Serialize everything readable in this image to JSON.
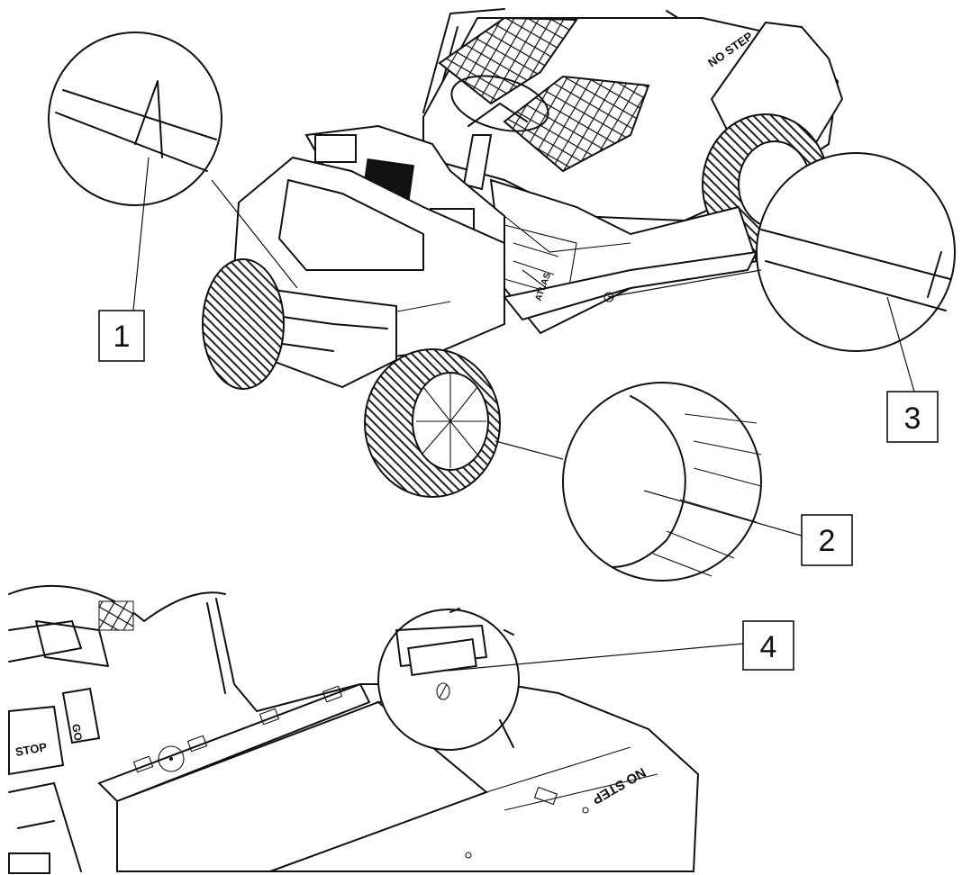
{
  "callouts": [
    {
      "id": "1",
      "label": "1"
    },
    {
      "id": "2",
      "label": "2"
    },
    {
      "id": "3",
      "label": "3"
    },
    {
      "id": "4",
      "label": "4"
    }
  ],
  "decals": {
    "no_step_top": "NO STEP",
    "no_step_bottom": "NO STEP",
    "stop": "STOP",
    "go": "GO",
    "brand": "ATLAS"
  }
}
